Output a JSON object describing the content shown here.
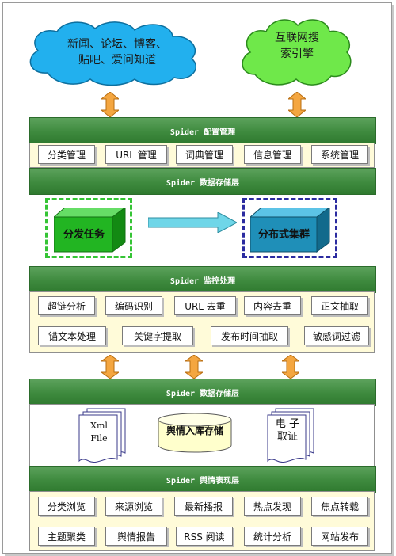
{
  "clouds": {
    "left_lines": [
      "新闻、论坛、博客、",
      "贴吧、爱问知道"
    ],
    "right_lines": [
      "互联网搜",
      "索引擎"
    ]
  },
  "config": {
    "title": "Spider 配置管理",
    "items": [
      "分类管理",
      "URL 管理",
      "词典管理",
      "信息管理",
      "系统管理"
    ]
  },
  "storage1": {
    "title": "Spider 数据存储层"
  },
  "distribution": {
    "task_label": "分发任务",
    "cluster_label": "分布式集群",
    "colors": {
      "task": "#22b522",
      "cluster": "#1f8fb8",
      "arrow": "#6fd6e8"
    }
  },
  "monitor": {
    "title": "Spider 监控处理",
    "row1": [
      "超链分析",
      "编码识别",
      "URL 去重",
      "内容去重",
      "正文抽取"
    ],
    "row2": [
      "锚文本处理",
      "关键字提取",
      "发布时间抽取",
      "敏感词过滤"
    ]
  },
  "storage2": {
    "title": "Spider 数据存储层",
    "xml_lines": [
      "Xml",
      "File"
    ],
    "db_label": "舆情入库存储",
    "cert_lines": [
      "电 子",
      "取证"
    ]
  },
  "presentation": {
    "title": "Spider 舆情表现层",
    "row1": [
      "分类浏览",
      "来源浏览",
      "最新播报",
      "热点发现",
      "焦点转载"
    ],
    "row2": [
      "主题聚类",
      "舆情报告",
      "RSS 阅读",
      "统计分析",
      "网站发布"
    ]
  },
  "colors": {
    "band": "#3e8a3e",
    "panel_yellow": "#fffbd9",
    "arrow_orange": "#f4a640",
    "cloud_left": "#22b0ee",
    "cloud_right": "#6fe84a"
  }
}
